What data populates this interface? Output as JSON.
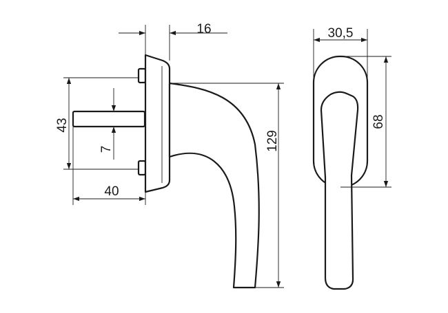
{
  "dimensions": {
    "rose_depth": "16",
    "spindle_square": "7",
    "base_height": "43",
    "spindle_length": "40",
    "handle_height": "129",
    "front_width": "30,5",
    "front_height": "68"
  },
  "colors": {
    "line": "#1a1a1a",
    "background": "#ffffff"
  }
}
